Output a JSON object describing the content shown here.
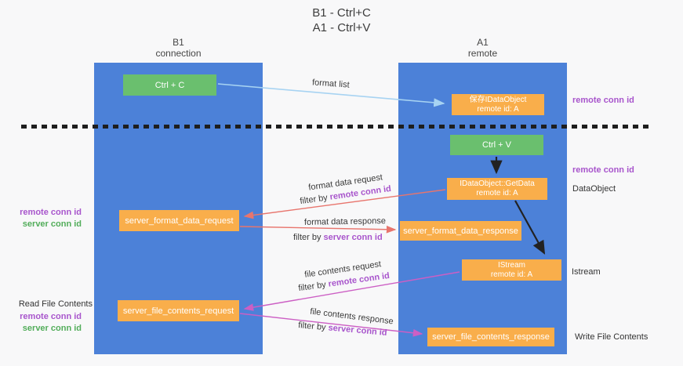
{
  "title": {
    "line1": "B1 - Ctrl+C",
    "line2": "A1 - Ctrl+V"
  },
  "lanes": {
    "left": {
      "header_line1": "B1",
      "header_line2": "connection"
    },
    "right": {
      "header_line1": "A1",
      "header_line2": "remote"
    }
  },
  "nodes": {
    "ctrl_c": "Ctrl + C",
    "ctrl_v": "Ctrl + V",
    "save_dataobject": {
      "line1": "保存IDataObject",
      "line2": "remote id: A"
    },
    "getdata": {
      "line1": "IDataObject::GetData",
      "line2": "remote id: A"
    },
    "istream": {
      "line1": "IStream",
      "line2": "remote id: A"
    },
    "server_format_data_request": "server_format_data_request",
    "server_format_data_response": "server_format_data_response",
    "server_file_contents_request": "server_file_contents_request",
    "server_file_contents_response": "server_file_contents_response"
  },
  "arrow_labels": {
    "format_list": "format list",
    "format_data_request": "format data request",
    "filter_remote_1": {
      "prefix": "filter by ",
      "keyword": "remote conn id"
    },
    "format_data_response": "format data response",
    "filter_server_1": {
      "prefix": "filter by ",
      "keyword": "server conn id"
    },
    "file_contents_request": "file contents request",
    "filter_remote_2": {
      "prefix": "filter by ",
      "keyword": "remote conn id"
    },
    "file_contents_response": "file contents response",
    "filter_server_2": {
      "prefix": "filter by ",
      "keyword": "server conn id"
    }
  },
  "side_labels": {
    "right_remote_conn_id_1": "remote conn id",
    "right_remote_conn_id_2": "remote conn id",
    "dataobject": "DataObject",
    "istream": "Istream",
    "write_file_contents": "Write File Contents",
    "left_remote_conn_id_1": "remote conn id",
    "left_server_conn_id_1": "server conn id",
    "read_file_contents": "Read File Contents",
    "left_remote_conn_id_2": "remote conn id",
    "left_server_conn_id_2": "server conn id"
  },
  "colors": {
    "lane_blue": "#4c81d8",
    "node_green": "#6abf6e",
    "node_orange": "#f9ae4b",
    "purple_text": "#a855cc",
    "green_text": "#52ad5a",
    "arrow_lightblue": "#a7d3f2",
    "arrow_red": "#e8756d",
    "arrow_magenta": "#cc5fc4",
    "arrow_black": "#222222"
  }
}
